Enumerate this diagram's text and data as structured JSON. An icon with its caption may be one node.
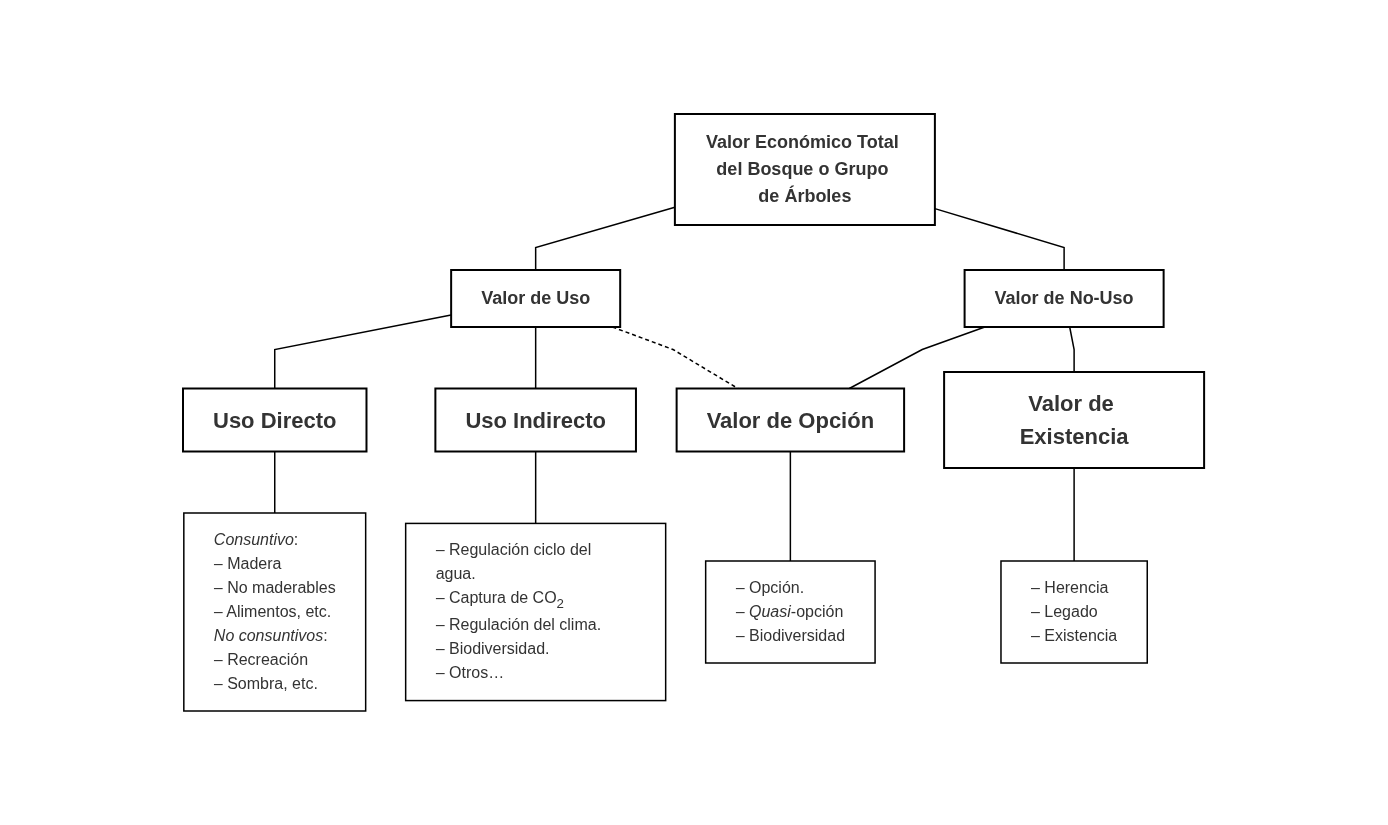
{
  "diagram": {
    "nodes": [
      {
        "text": [
          "Valor Económico Total del Bosque o Grupo de Árboles"
        ]
      },
      {
        "text": [
          "Valor de Uso"
        ]
      },
      {
        "text": [
          "Valor de No-Uso"
        ]
      },
      {
        "text": [
          "Uso Directo"
        ]
      },
      {
        "text": [
          "Uso Indirecto"
        ]
      },
      {
        "text": [
          "Valor de Opción"
        ]
      },
      {
        "text": [
          "Valor de Existencia"
        ]
      },
      {
        "text": [
          "*Consuntivo*:",
          "– Madera",
          "– No maderables",
          "– Alimentos, etc.",
          "*No consuntivos*:",
          "– Recreación",
          "– Sombra, etc."
        ]
      },
      {
        "text": [
          "– Regulación ciclo del agua.",
          "– Captura de CO$_{2}$",
          "– Regulación del clima.",
          "– Biodiversidad.",
          "– Otros…"
        ]
      },
      {
        "text": [
          "– Opción.",
          "– *Quasi*-opción",
          "– Biodiversidad"
        ]
      },
      {
        "text": [
          "– Herencia",
          "– Legado",
          "– Existencia"
        ]
      }
    ],
    "edges": [
      {
        "from": 0,
        "to": 1,
        "arrow": "none"
      },
      {
        "from": 0,
        "to": 2,
        "arrow": "none"
      },
      {
        "from": 1,
        "to": 3,
        "arrow": "none"
      },
      {
        "from": 1,
        "to": 4,
        "arrow": "none"
      },
      {
        "from": 1,
        "to": 5,
        "arrow": "none",
        "style": "dashed"
      },
      {
        "from": 2,
        "to": 5,
        "arrow": "none"
      },
      {
        "from": 2,
        "to": 6,
        "arrow": "none"
      },
      {
        "from": 3,
        "to": 7,
        "arrow": "none"
      },
      {
        "from": 4,
        "to": 8,
        "arrow": "none"
      },
      {
        "from": 5,
        "to": 9,
        "arrow": "none"
      },
      {
        "from": 6,
        "to": 10,
        "arrow": "none"
      }
    ]
  }
}
